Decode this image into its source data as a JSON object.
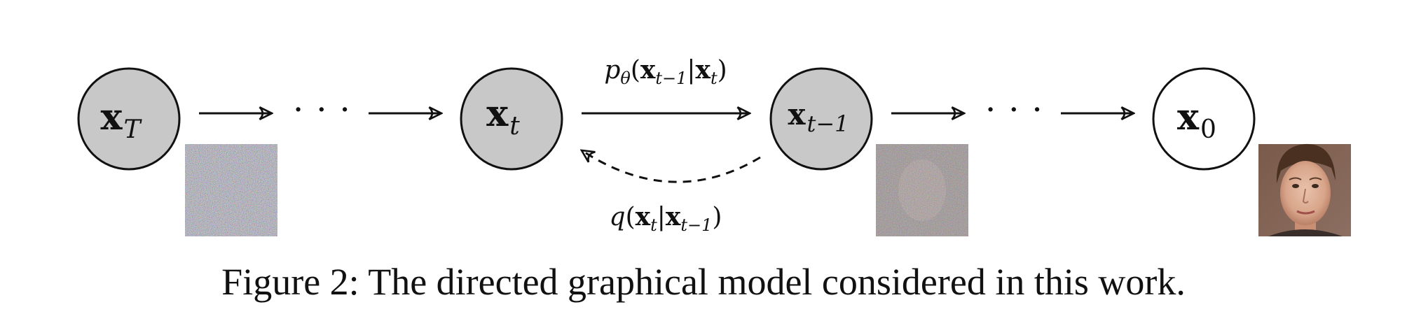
{
  "nodes": [
    {
      "id": "xT",
      "symbol": "x",
      "subscript": "T",
      "fill": "#c8c8c8"
    },
    {
      "id": "xt",
      "symbol": "x",
      "subscript": "t",
      "fill": "#c8c8c8"
    },
    {
      "id": "xt1",
      "symbol": "x",
      "subscript": "t−1",
      "fill": "#c8c8c8"
    },
    {
      "id": "x0",
      "symbol": "x",
      "subscript": "0",
      "fill": "#ffffff"
    }
  ],
  "ellipsis": "···",
  "edges": {
    "forward_label": {
      "p": "p",
      "theta": "θ",
      "open": "(",
      "x1": "x",
      "x1_sub": "t−1",
      "bar": "|",
      "x2": "x",
      "x2_sub": "t",
      "close": ")"
    },
    "reverse_label": {
      "q": "q",
      "open": "(",
      "x1": "x",
      "x1_sub": "t",
      "bar": "|",
      "x2": "x",
      "x2_sub": "t−1",
      "close": ")"
    }
  },
  "thumbnails": [
    {
      "id": "noise-full",
      "kind": "pure noise"
    },
    {
      "id": "noise-face",
      "kind": "noisy face"
    },
    {
      "id": "clean-face",
      "kind": "face photo"
    }
  ],
  "caption": {
    "label": "Figure 2:",
    "text": "The directed graphical model considered in this work."
  },
  "colors": {
    "stroke": "#111111",
    "shaded_node": "#c8c8c8",
    "open_node": "#ffffff"
  }
}
